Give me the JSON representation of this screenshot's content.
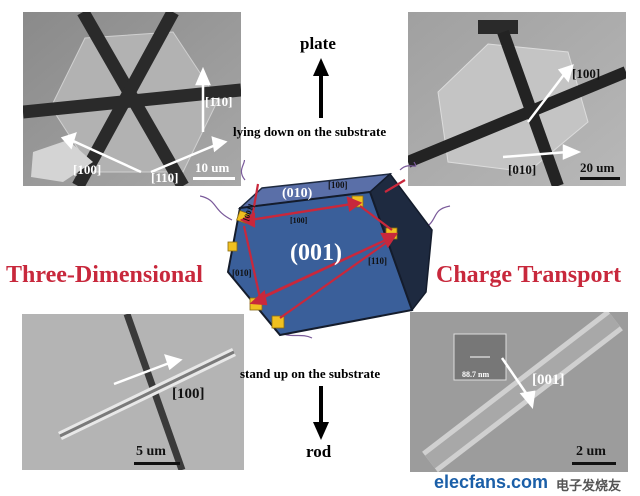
{
  "arrows": {
    "top_label": "plate",
    "bottom_label": "rod",
    "top_caption": "lying down on the substrate",
    "bottom_caption": "stand up on the substrate"
  },
  "sides": {
    "left": "Three-Dimensional",
    "right": "Charge Transport"
  },
  "crystal": {
    "face_main": "(001)",
    "face_top": "(010)",
    "tag_100_top": "[100]",
    "tag_100_mid": "[100]",
    "tag_001": "[001]",
    "tag_010": "[010]",
    "tag_110": "[110]"
  },
  "panel_tl": {
    "dir_110bar": "[1̄10]",
    "dir_100": "[100]",
    "dir_110": "[110]",
    "scale": "10 um"
  },
  "panel_tr": {
    "dir_100": "[100]",
    "dir_010": "[010]",
    "scale": "20 um"
  },
  "panel_bl": {
    "dir_100": "[100]",
    "scale": "5 um"
  },
  "panel_br": {
    "dir_001": "[001]",
    "inset": "88.7 nm",
    "scale": "2 um"
  },
  "watermark": {
    "text": "elecfans.com",
    "cn": "电子发烧友"
  },
  "colors": {
    "red": "#c8283c",
    "crystal_blue": "#3a5f9a",
    "crystal_dark": "#1e2a40",
    "accent_yellow": "#f0c020"
  }
}
